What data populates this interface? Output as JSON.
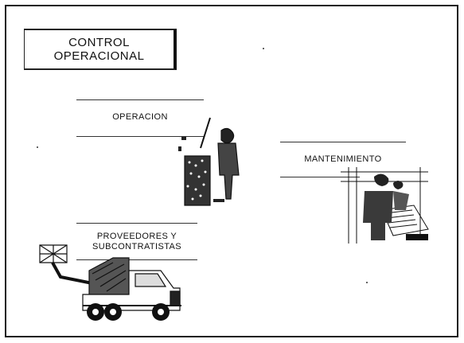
{
  "title": {
    "line1": "CONTROL",
    "line2": "OPERACIONAL"
  },
  "sections": {
    "operacion": "OPERACION",
    "mantenimiento": "MANTENIMIENTO",
    "proveedores_line1": "PROVEEDORES Y",
    "proveedores_line2": "SUBCONTRATISTAS"
  },
  "illustrations": {
    "operacion": "worker-with-tool-clipart",
    "mantenimiento": "maintenance-workers-clipart",
    "proveedores": "crane-truck-clipart"
  },
  "colors": {
    "ink": "#111111",
    "background": "#ffffff"
  }
}
